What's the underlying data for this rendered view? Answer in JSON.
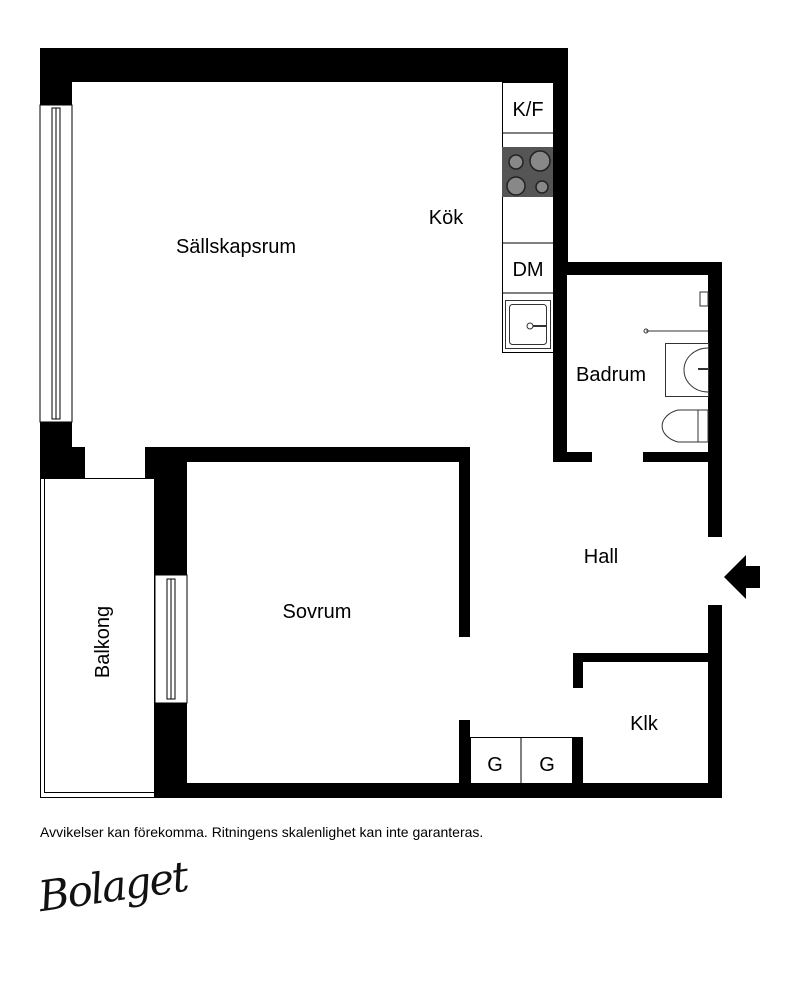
{
  "rooms": {
    "living": "Sällskapsrum",
    "kitchen": "Kök",
    "fridge_freezer": "K/F",
    "dishwasher": "DM",
    "bathroom": "Badrum",
    "hall": "Hall",
    "bedroom": "Sovrum",
    "balcony": "Balkong",
    "closet": "Klk",
    "wardrobe_1": "G",
    "wardrobe_2": "G"
  },
  "disclaimer": "Avvikelser kan förekomma. Ritningens skalenlighet kan inte garanteras.",
  "logo_text": "Bolaget",
  "colors": {
    "wall": "#000000",
    "stove": "#555555"
  }
}
